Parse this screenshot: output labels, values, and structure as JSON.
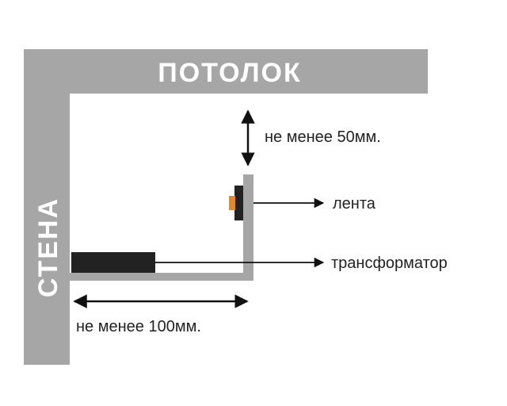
{
  "labels": {
    "ceiling": "ПОТОЛОК",
    "wall": "СТЕНА",
    "min_gap_top": "не менее 50мм.",
    "min_gap_wall": "не менее 100мм.",
    "led_strip": "лента",
    "transformer": "трансформатор"
  },
  "colors": {
    "structure": "#a6a6a6",
    "label_text": "#222222",
    "arrow": "#111111",
    "transformer": "#222222",
    "led_strip": "#e08a2c"
  }
}
